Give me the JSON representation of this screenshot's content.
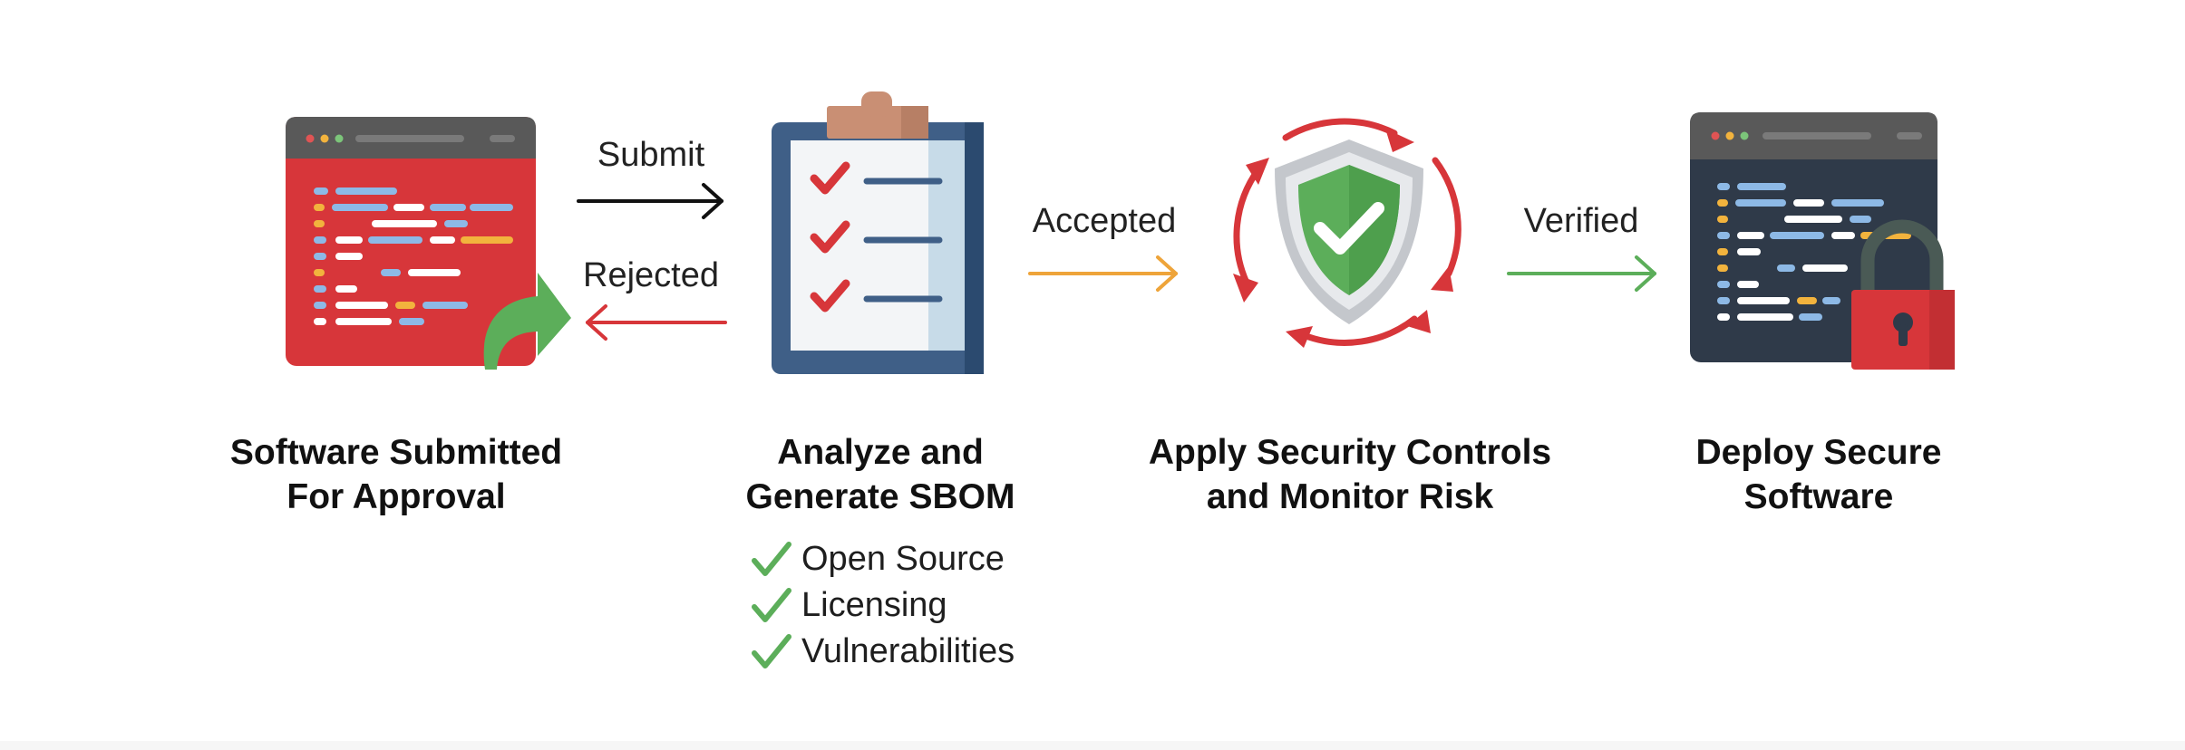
{
  "colors": {
    "red": "#d7363a",
    "dark_blue": "#3f5f87",
    "green": "#5cae5a",
    "orange": "#eea43a",
    "black_arrow": "#111111",
    "code_bg": "#2f3a49"
  },
  "arrows": {
    "submit": "Submit",
    "rejected": "Rejected",
    "accepted": "Accepted",
    "verified": "Verified"
  },
  "steps": [
    {
      "title_line1": "Software Submitted",
      "title_line2": "For Approval",
      "icon": "red-code-window-with-forward-arrow-icon"
    },
    {
      "title_line1": "Analyze and",
      "title_line2": "Generate SBOM",
      "icon": "clipboard-checklist-icon"
    },
    {
      "title_line1": "Apply Security Controls",
      "title_line2": "and Monitor Risk",
      "icon": "shield-with-cycle-arrows-icon"
    },
    {
      "title_line1": "Deploy Secure",
      "title_line2": "Software",
      "icon": "locked-code-window-icon"
    }
  ],
  "sbom_checks": [
    "Open Source",
    "Licensing",
    "Vulnerabilities"
  ]
}
